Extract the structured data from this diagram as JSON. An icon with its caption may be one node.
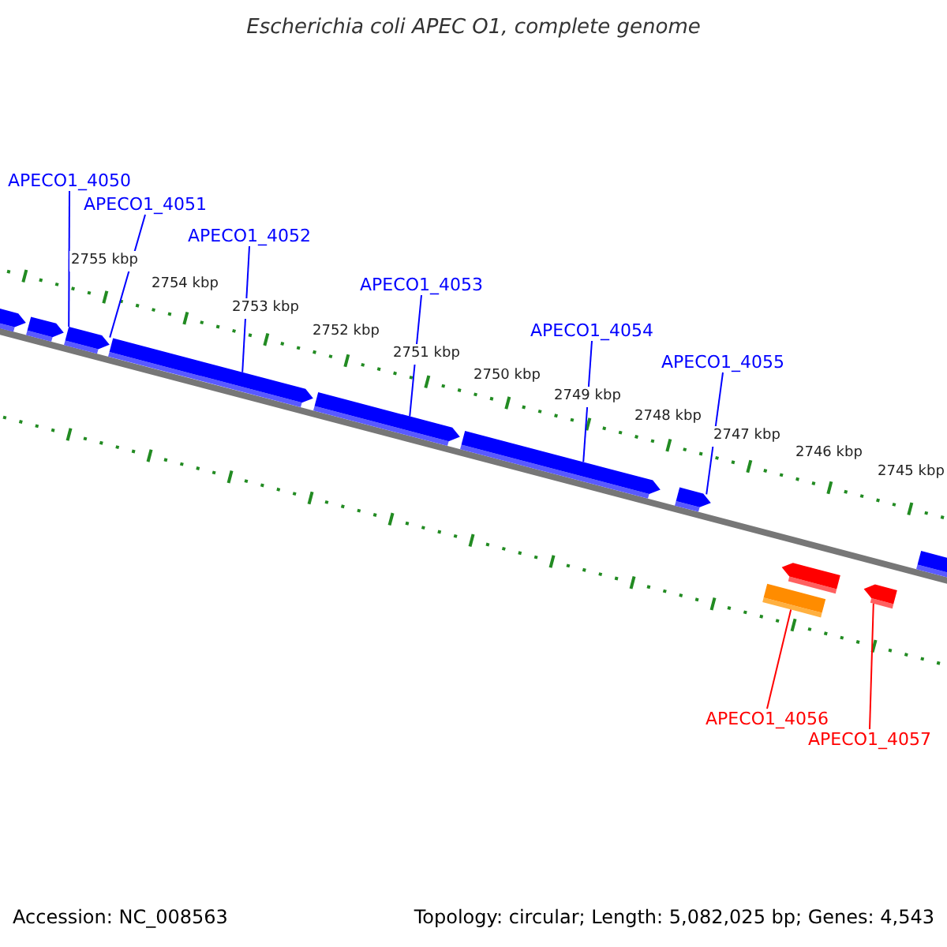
{
  "diagram": {
    "title": "Escherichia coli APEC O1, complete genome",
    "nodes": [
      {
        "text": [
          "APECO1_4050"
        ]
      },
      {
        "text": [
          "APECO1_4051"
        ]
      },
      {
        "text": [
          "APECO1_4052"
        ]
      },
      {
        "text": [
          "APECO1_4053"
        ]
      },
      {
        "text": [
          "APECO1_4054"
        ]
      },
      {
        "text": [
          "APECO1_4055"
        ]
      },
      {
        "text": [
          "APECO1_4056"
        ]
      },
      {
        "text": [
          "APECO1_4057"
        ]
      },
      {
        "text": [],
        "shape": "bar"
      },
      {
        "text": [],
        "shape": "bar"
      },
      {
        "text": [],
        "shape": "bar"
      },
      {
        "text": [],
        "shape": "bar"
      },
      {
        "text": [],
        "shape": "bar"
      },
      {
        "text": [],
        "shape": "bar"
      },
      {
        "text": [],
        "shape": "bar"
      },
      {
        "text": [],
        "shape": "bar"
      },
      {
        "text": [],
        "shape": "bar"
      },
      {
        "text": [],
        "shape": "bar"
      },
      {
        "text": [],
        "shape": "bar"
      }
    ],
    "edges": [
      {
        "from": 0,
        "to": 9,
        "arrow": "none"
      },
      {
        "from": 1,
        "to": 10,
        "arrow": "none"
      },
      {
        "from": 2,
        "to": 11,
        "arrow": "none"
      },
      {
        "from": 3,
        "to": 12,
        "arrow": "none"
      },
      {
        "from": 4,
        "to": 13,
        "arrow": "none"
      },
      {
        "from": 5,
        "to": 14,
        "arrow": "none"
      },
      {
        "from": 6,
        "to": 17,
        "arrow": "none",
        "color": "#ff0000"
      },
      {
        "from": 7,
        "to": 18,
        "arrow": "none",
        "color": "#ff0000"
      }
    ],
    "labels": [
      "2755 kbp",
      "2754 kbp",
      "2753 kbp",
      "2752 kbp",
      "2751 kbp",
      "2750 kbp",
      "2749 kbp",
      "2748 kbp",
      "2747 kbp",
      "2746 kbp",
      "2745 kbp",
      "Accession: NC_008563",
      "Topology: circular; Length: 5,082,025 bp; Genes: 4,543"
    ]
  }
}
